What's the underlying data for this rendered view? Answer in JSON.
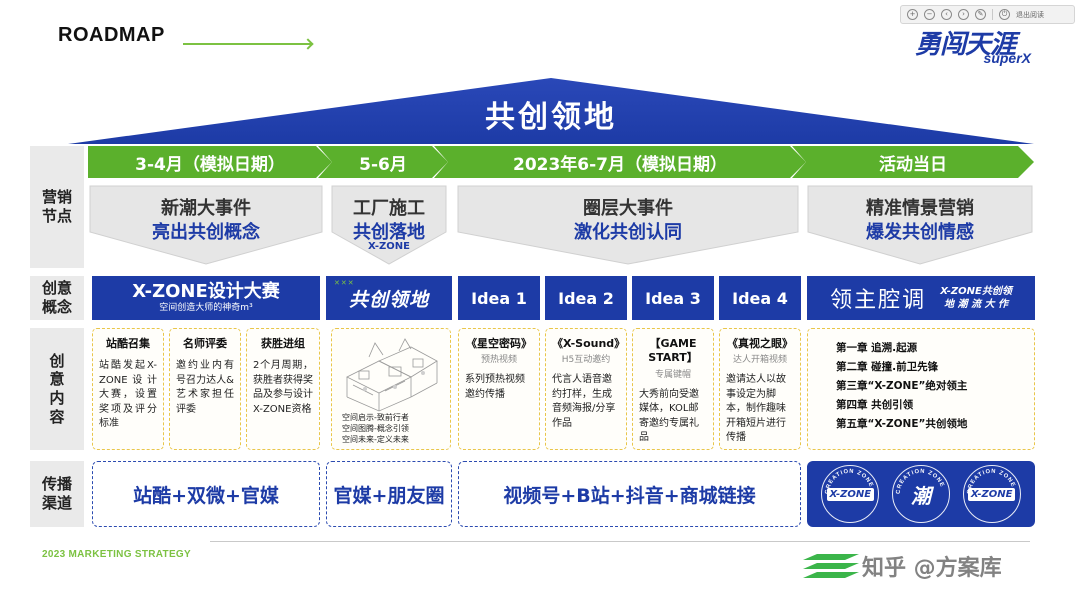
{
  "header": {
    "roadmap_title": "ROADMAP",
    "brand_logo_main": "勇闯天涯",
    "brand_logo_sub": "superX",
    "viewer_toolbar_text": "退出阅读"
  },
  "roof_title": "共创领地",
  "row_labels": {
    "marketing_nodes": "营销\n节点",
    "creative_concept": "创意\n概念",
    "creative_content": "创\n意\n内\n容",
    "channels": "传播\n渠道"
  },
  "phases": [
    "3-4月（模拟日期）",
    "5-6月",
    "2023年6-7月（模拟日期）",
    "活动当日"
  ],
  "events": [
    {
      "line1": "新潮大事件",
      "line2": "亮出共创概念",
      "line3": ""
    },
    {
      "line1": "工厂施工",
      "line2": "共创落地",
      "line3": "X-ZONE"
    },
    {
      "line1": "圈层大事件",
      "line2": "激化共创认同",
      "line3": ""
    },
    {
      "line1": "精准情景营销",
      "line2": "爆发共创情感",
      "line3": ""
    }
  ],
  "concepts": {
    "contest_title": "X-ZONE设计大赛",
    "contest_sub": "空间创造大师的神奇m³",
    "gongchuang_logo": "共创领地",
    "idea1": "Idea 1",
    "idea2": "Idea 2",
    "idea3": "Idea 3",
    "idea4": "Idea 4",
    "lingzhu_main": "领主腔调",
    "lingzhu_side1": "X-ZONE共创领",
    "lingzhu_side2": "地 潮 流 大 作"
  },
  "cards": {
    "zhanku": {
      "head": "站酷召集",
      "body": "站酷发起X-ZONE设计大赛，设置奖项及评分标准"
    },
    "mingshi": {
      "head": "名师评委",
      "body": "邀约业内有号召力达人&艺术家担任评委"
    },
    "huosheng": {
      "head": "获胜进组",
      "body": "2个月周期，获胜者获得奖品及参与设计X-ZONE资格"
    },
    "factory_lines": [
      "空间启示-致前行者",
      "空间图腾-概念引领",
      "空间未来-定义未来"
    ],
    "xingkong": {
      "head": "《星空密码》",
      "sub": "预热视频",
      "body": "系列预热视频邀约传播"
    },
    "xsound": {
      "head": "《X-Sound》",
      "sub": "H5互动邀约",
      "body": "代言人语音邀约打样，生成音频海报/分享作品"
    },
    "gamestart": {
      "head": "【GAME START】",
      "sub": "专属键帽",
      "body": "大秀前向受邀媒体，KOL邮寄邀约专属礼品"
    },
    "zhenshi": {
      "head": "《真视之眼》",
      "sub": "达人开箱视频",
      "body": "邀请达人以故事设定为脚本，制作趣味开箱短片进行传播"
    },
    "chapters": [
      "第一章 追溯.起源",
      "第二章 碰撞.前卫先锋",
      "第三章“X-ZONE”绝对领主",
      "第四章 共创引领",
      "第五章“X-ZONE”共创领地"
    ]
  },
  "channels": {
    "ch1": "站酷+双微+官媒",
    "ch2": "官媒+朋友圈",
    "ch3": "视频号+B站+抖音+商城链接",
    "stamp_ring": "CREATION ZONE",
    "stamp1": "X-ZONE",
    "stamp2": "潮",
    "stamp3": "X-ZONE"
  },
  "footer": {
    "text": "2023 MARKETING STRATEGY",
    "watermark": "知乎 @方案库"
  },
  "colors": {
    "brand_blue": "#1d3ba6",
    "accent_green": "#7cc242",
    "card_dash": "#e9c64a",
    "label_grey": "#eaeaea"
  }
}
